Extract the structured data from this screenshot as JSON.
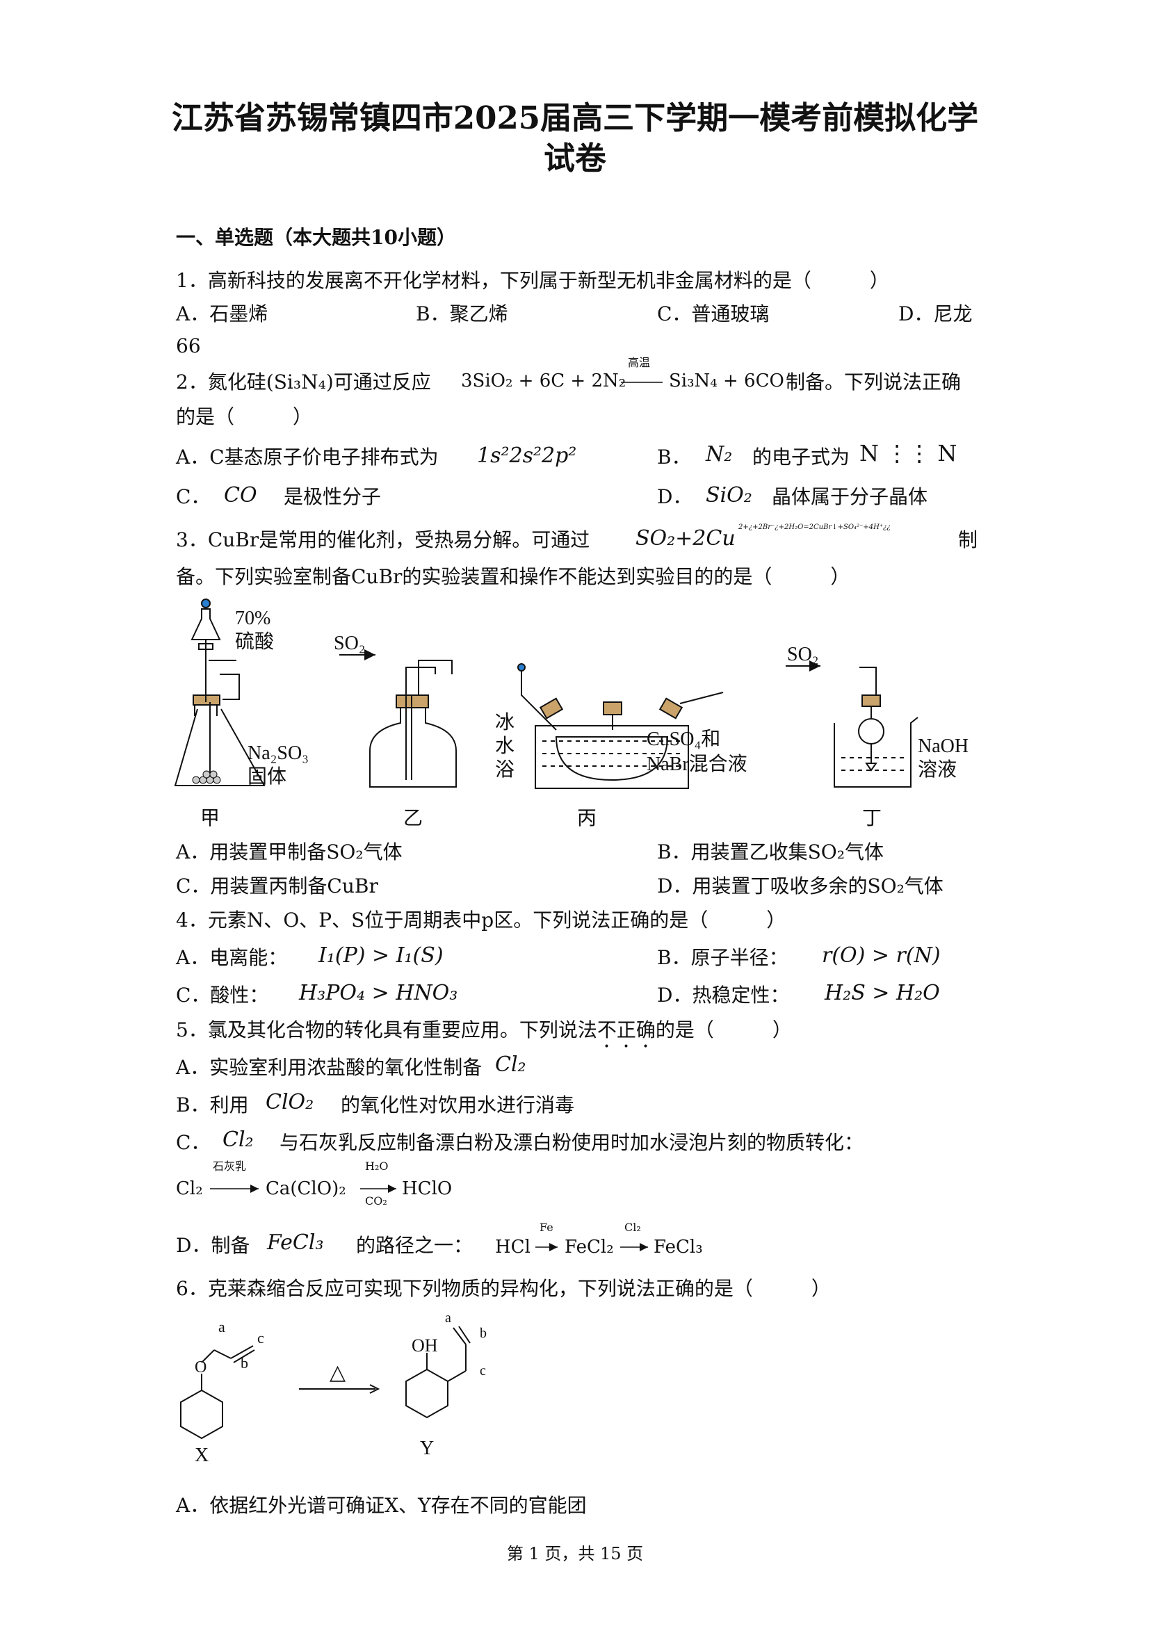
{
  "title": {
    "line1": "江苏省苏锡常镇四市2025届高三下学期一模考前模拟化学",
    "line2": "试卷"
  },
  "section1": "一、单选题（本大题共10小题）",
  "q1": {
    "stem": "1．高新科技的发展离不开化学材料，下列属于新型无机非金属材料的是（　　　）",
    "A": "A．石墨烯",
    "B": "B．聚乙烯",
    "C": "C．普通玻璃",
    "D": "D．尼龙",
    "D_cont": "66"
  },
  "q2": {
    "stem_a": "2．氮化硅(Si₃N₄)可通过反应",
    "eq": "3SiO₂ + 6C + 2N₂",
    "eq_cond": "高温",
    "eq_prod": "Si₃N₄ + 6CO",
    "stem_b": "制备。下列说法正确",
    "stem_c": "的是（　　　）",
    "A_a": "A．C基态原子价电子排布式为",
    "A_b": "1s²2s²2p²",
    "B_a": "B．",
    "B_b": "N₂",
    "B_c": "的电子式为",
    "B_d": "N ⋮⋮ N",
    "C_a": "C．",
    "C_b": "CO",
    "C_c": "是极性分子",
    "D_a": "D．",
    "D_b": "SiO₂",
    "D_c": "晶体属于分子晶体"
  },
  "q3": {
    "stem_a": "3．CuBr是常用的催化剂，受热易分解。可通过",
    "eq": "SO₂+2Cu",
    "eq_tail": "2+¿+2Br⁻¿+2H₂O=2CuBr↓+SO₄²⁻+4H⁺¿¿",
    "stem_b": "制",
    "stem_c": "备。下列实验室制备CuBr的实验装置和操作不能达到实验目的的是（　　　）",
    "fig": {
      "jia_label": "甲",
      "yi_label": "乙",
      "bing_label": "丙",
      "ding_label": "丁",
      "acid": "70%",
      "acid2": "硫酸",
      "salt": "Na₂SO₃",
      "salt2": "固体",
      "so2_a": "SO₂",
      "so2_b": "SO₂",
      "ice1": "冰",
      "ice2": "水",
      "ice3": "浴",
      "mix1": "CuSO₄和",
      "mix2": "NaBr混合液",
      "naoh1": "NaOH",
      "naoh2": "溶液"
    },
    "A": "A．用装置甲制备SO₂气体",
    "B": "B．用装置乙收集SO₂气体",
    "C": "C．用装置丙制备CuBr",
    "D": "D．用装置丁吸收多余的SO₂气体"
  },
  "q4": {
    "stem": "4．元素N、O、P、S位于周期表中p区。下列说法正确的是（　　　）",
    "A_a": "A．电离能：",
    "A_b": "I₁(P) > I₁(S)",
    "B_a": "B．原子半径：",
    "B_b": "r(O) > r(N)",
    "C_a": "C．酸性：",
    "C_b": "H₃PO₄ > HNO₃",
    "D_a": "D．热稳定性：",
    "D_b": "H₂S > H₂O"
  },
  "q5": {
    "stem_a": "5．氯及其化合物的转化具有重要应用。下列说法",
    "stem_em": "不正确",
    "stem_b": "的是（　　　）",
    "A_a": "A．实验室利用浓盐酸的氧化性制备",
    "A_b": "Cl₂",
    "B_a": "B．利用",
    "B_b": "ClO₂",
    "B_c": "的氧化性对饮用水进行消毒",
    "C_a": "C．",
    "C_b": "Cl₂",
    "C_c": "与石灰乳反应制备漂白粉及漂白粉使用时加水浸泡片刻的物质转化：",
    "C_eq1": "Cl₂",
    "C_arrow1_top": "石灰乳",
    "C_eq2": "Ca(ClO)₂",
    "C_arrow2_top": "H₂O",
    "C_arrow2_bot": "CO₂",
    "C_eq3": "HClO",
    "D_a": "D．制备",
    "D_b": "FeCl₃",
    "D_c": "的路径之一：",
    "D_eq1": "HCl",
    "D_ar1": "Fe",
    "D_eq2": "FeCl₂",
    "D_ar2": "Cl₂",
    "D_eq3": "FeCl₃"
  },
  "q6": {
    "stem": "6．克莱森缩合反应可实现下列物质的异构化，下列说法正确的是（　　　）",
    "fig": {
      "a1": "a",
      "b1": "b",
      "c1": "c",
      "O": "O",
      "heat": "△",
      "X": "X",
      "OH": "OH",
      "a2": "a",
      "b2": "b",
      "c2": "c",
      "Y": "Y"
    },
    "A": "A．依据红外光谱可确证X、Y存在不同的官能团"
  },
  "footer": "第 1 页，共 15 页"
}
